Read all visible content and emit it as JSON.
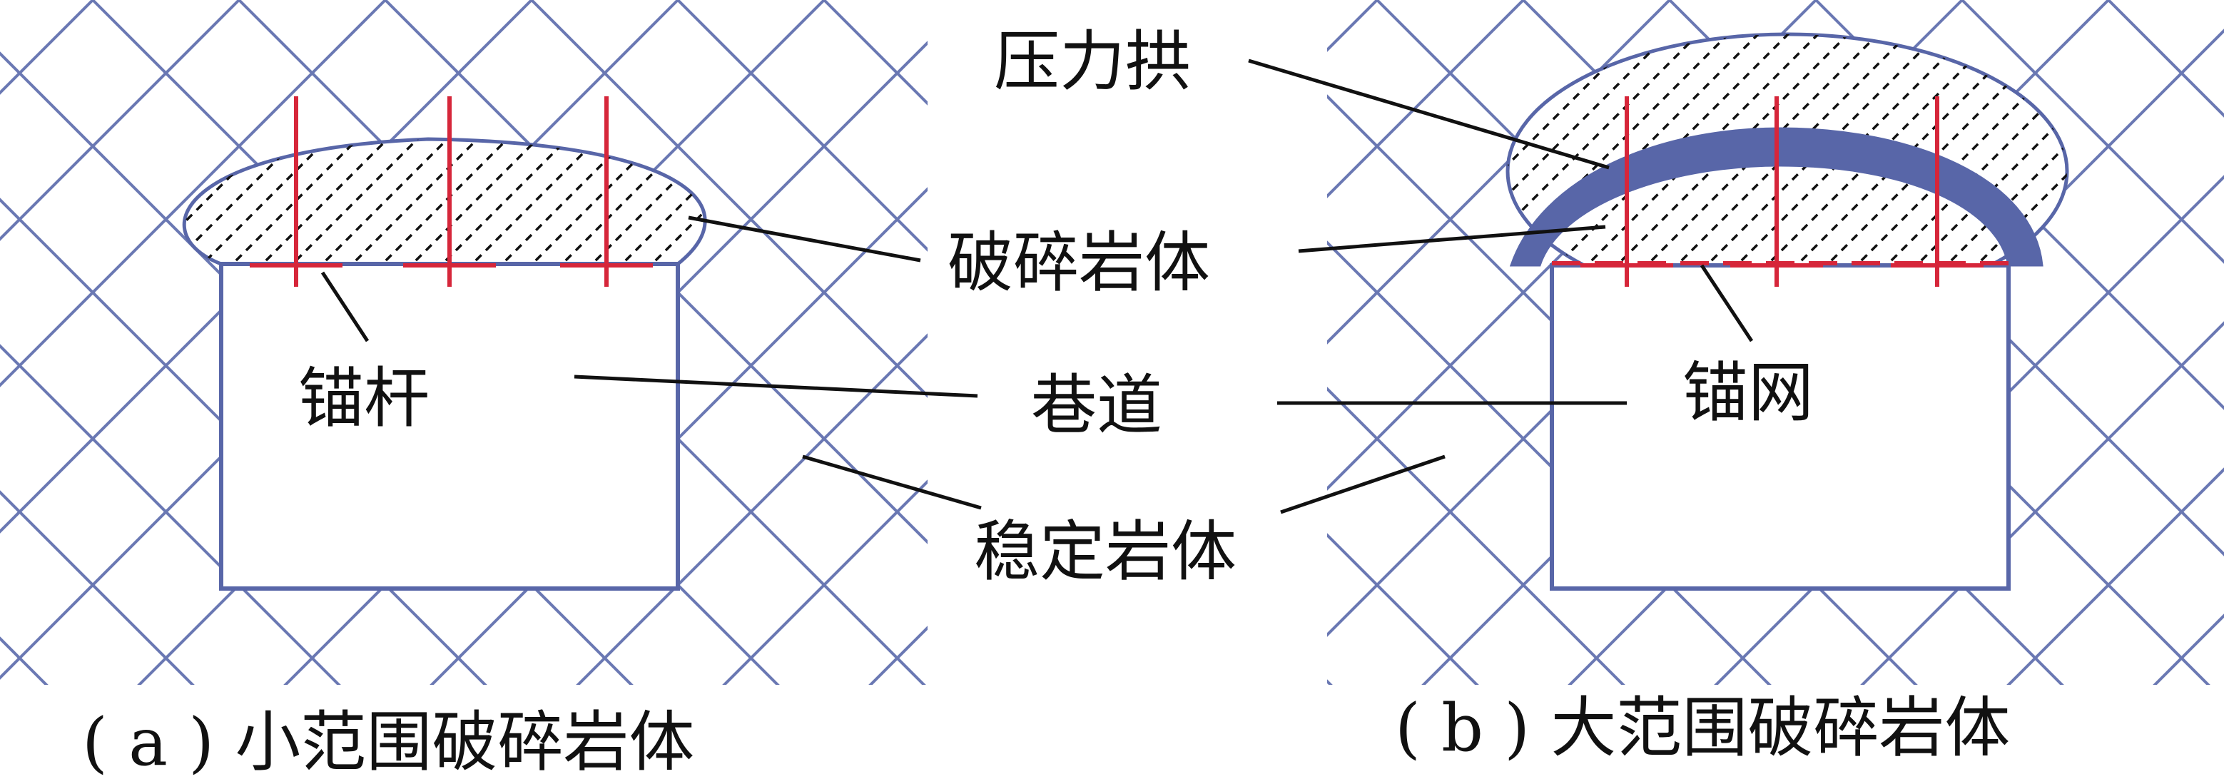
{
  "colors": {
    "rock_lines": "#6a78b3",
    "outline": "#5866a8",
    "bolt": "#d6263a",
    "leader": "#111111",
    "hatch": "#111111",
    "arch_fill": "#5866a8"
  },
  "labels": {
    "pressure_arch": "压力拱",
    "broken_rock": "破碎岩体",
    "bolt": "锚杆",
    "roadway": "巷道",
    "mesh": "锚网",
    "stable_rock": "稳定岩体"
  },
  "captions": {
    "a": "( a ) 小范围破碎岩体",
    "b": "( b ) 大范围破碎岩体"
  }
}
